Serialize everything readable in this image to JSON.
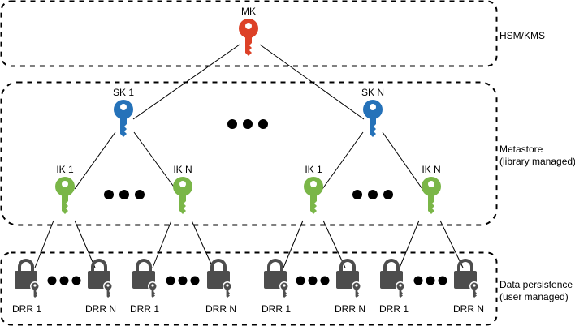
{
  "title": "Key hierarchy",
  "colors": {
    "master_key": "#dd4127",
    "system_key": "#2572b9",
    "intermediate_key": "#7ab648",
    "data_lock": "#4d4d4d",
    "ellipsis": "#000000",
    "border": "#000000"
  },
  "tiers": [
    {
      "id": "hsm",
      "label_lines": [
        "HSM/KMS"
      ]
    },
    {
      "id": "metastore",
      "label_lines": [
        "Metastore",
        "(library managed)"
      ]
    },
    {
      "id": "persistence",
      "label_lines": [
        "Data persistence",
        "(user managed)"
      ]
    }
  ],
  "master_key": {
    "label": "MK",
    "icon": "key-icon"
  },
  "system_keys": [
    {
      "label": "SK 1",
      "icon": "key-icon"
    },
    {
      "label": "SK N",
      "icon": "key-icon"
    }
  ],
  "intermediate_keys": [
    {
      "label": "IK 1",
      "icon": "key-icon"
    },
    {
      "label": "IK N",
      "icon": "key-icon"
    },
    {
      "label": "IK 1",
      "icon": "key-icon"
    },
    {
      "label": "IK N",
      "icon": "key-icon"
    }
  ],
  "data_records": [
    {
      "label": "DRR 1",
      "icon": "lock-key-icon"
    },
    {
      "label": "DRR N",
      "icon": "lock-key-icon"
    },
    {
      "label": "DRR 1",
      "icon": "lock-key-icon"
    },
    {
      "label": "DRR N",
      "icon": "lock-key-icon"
    },
    {
      "label": "DRR 1",
      "icon": "lock-key-icon"
    },
    {
      "label": "DRR N",
      "icon": "lock-key-icon"
    },
    {
      "label": "DRR 1",
      "icon": "lock-key-icon"
    },
    {
      "label": "DRR N",
      "icon": "lock-key-icon"
    }
  ],
  "ellipsis_icon": "ellipsis-icon"
}
